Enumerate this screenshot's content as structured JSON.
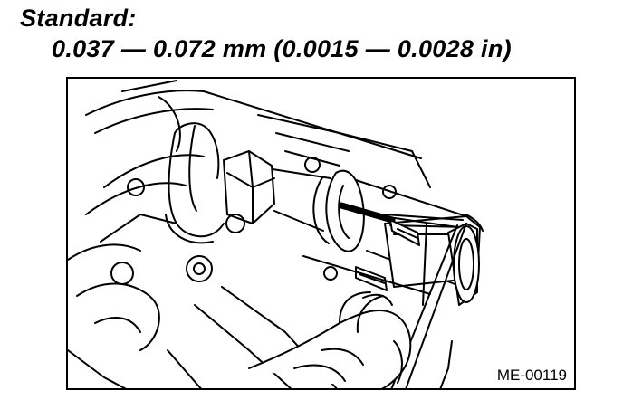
{
  "heading": "Standard:",
  "specification": "0.037 — 0.072 mm (0.0015 — 0.0028 in)",
  "figure": {
    "code": "ME-00119",
    "illustration": "line-drawing"
  }
}
